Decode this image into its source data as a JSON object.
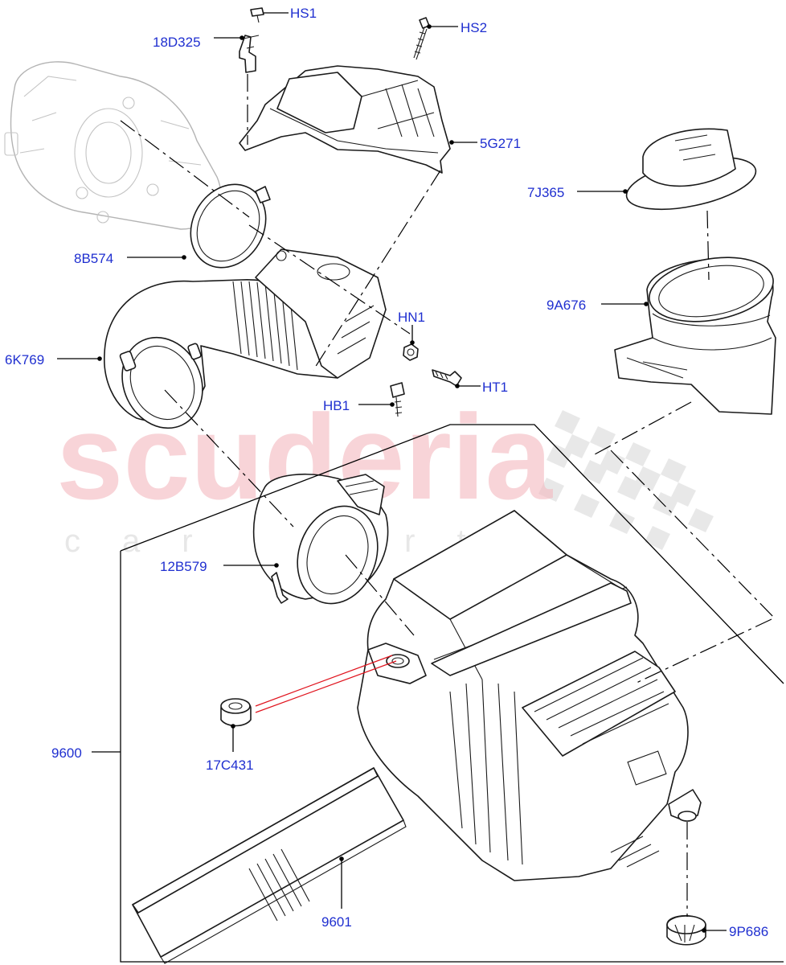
{
  "watermark": {
    "brand": "scuderia",
    "subtitle": "car parts"
  },
  "callouts": [
    {
      "id": "HS1",
      "label": "HS1"
    },
    {
      "id": "18D325",
      "label": "18D325"
    },
    {
      "id": "HS2",
      "label": "HS2"
    },
    {
      "id": "5G271",
      "label": "5G271"
    },
    {
      "id": "7J365",
      "label": "7J365"
    },
    {
      "id": "8B574",
      "label": "8B574"
    },
    {
      "id": "9A676",
      "label": "9A676"
    },
    {
      "id": "6K769",
      "label": "6K769"
    },
    {
      "id": "HN1",
      "label": "HN1"
    },
    {
      "id": "HT1",
      "label": "HT1"
    },
    {
      "id": "HB1",
      "label": "HB1"
    },
    {
      "id": "12B579",
      "label": "12B579"
    },
    {
      "id": "17C431",
      "label": "17C431"
    },
    {
      "id": "9600",
      "label": "9600"
    },
    {
      "id": "9601",
      "label": "9601"
    },
    {
      "id": "9P686",
      "label": "9P686"
    }
  ],
  "colors": {
    "callout_text": "#1f2fd0",
    "line": "#000000",
    "highlight_line": "#e0141e",
    "watermark_red": "#f4b8bf",
    "watermark_grey": "#d8d8d8"
  }
}
